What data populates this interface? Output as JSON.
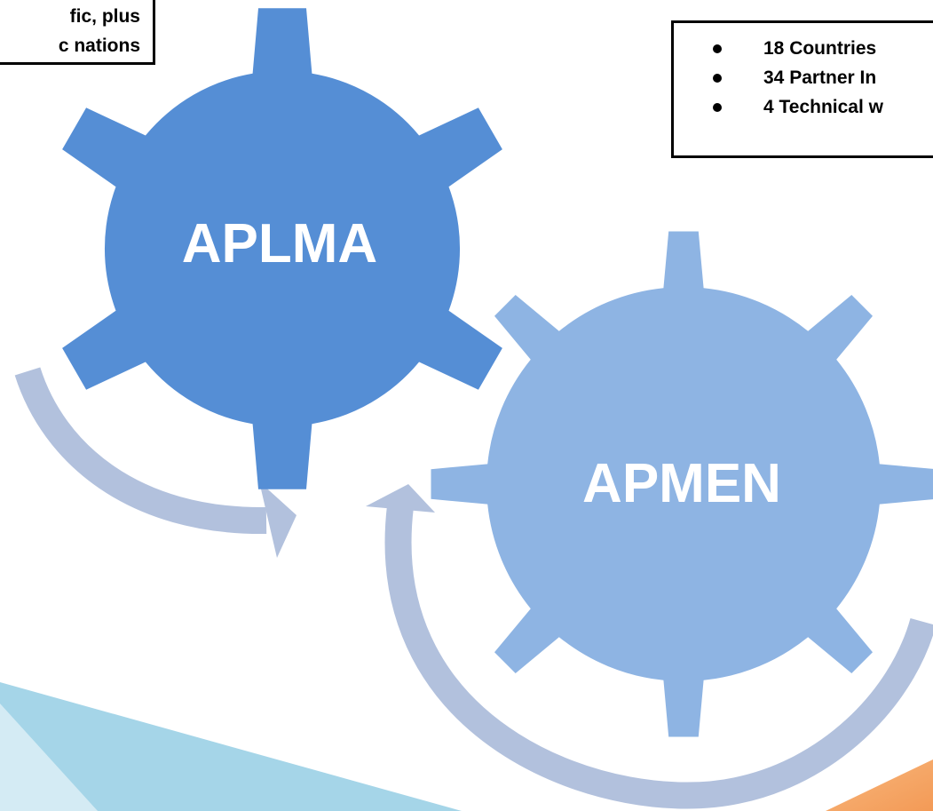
{
  "left_callout": {
    "lines": [
      "fic, plus",
      "c nations"
    ]
  },
  "right_callout": {
    "bullets": [
      "18 Countries",
      "34 Partner In",
      "4 Technical w"
    ]
  },
  "gears": {
    "primary": {
      "label": "APLMA",
      "color": "#558ED5"
    },
    "secondary": {
      "label": "APMEN",
      "color": "#8EB4E3"
    }
  },
  "arrow_color": "#B2C1DD",
  "background_colors": {
    "teal": "#A5D5E8",
    "light_blue": "#D4EBF4",
    "orange": "#F6A565"
  }
}
